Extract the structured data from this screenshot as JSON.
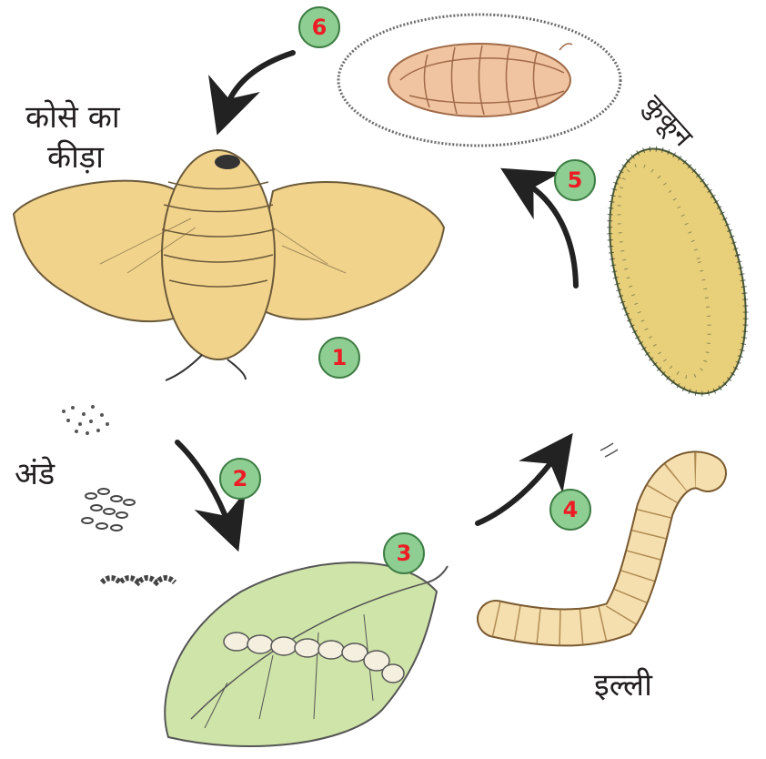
{
  "labels": {
    "moth": [
      "कोसे का",
      "कीड़ा"
    ],
    "eggs": "अंडे",
    "cocoon": "कुकून",
    "larva": "इल्ली"
  },
  "steps": [
    "1",
    "2",
    "3",
    "4",
    "5",
    "6"
  ],
  "colors": {
    "badge_fill": "#8fce92",
    "badge_border": "#3d7d44",
    "badge_text": "#ed1c24",
    "arrow": "#222222",
    "moth": "#f2d38c",
    "leaf": "#cfe4a8",
    "cocoon": "#e8cf7a",
    "pupa": "#f0c4a0",
    "larva": "#f5dfae"
  }
}
